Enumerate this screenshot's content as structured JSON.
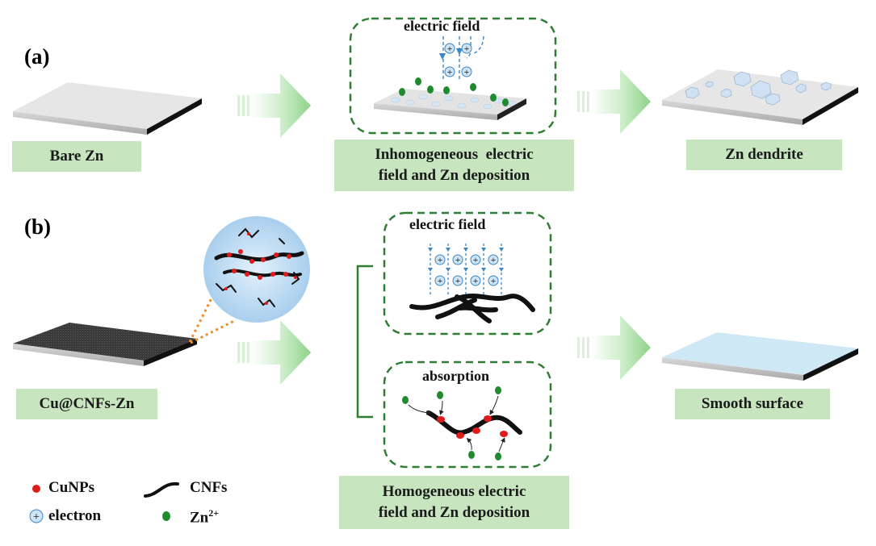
{
  "panel_a": {
    "label": "(a)",
    "step1": "Bare Zn",
    "step2_line1": "Inhomogeneous  electric",
    "step2_line2": "field and Zn deposition",
    "step2_field_title": "electric field",
    "step3": "Zn dendrite"
  },
  "panel_b": {
    "label": "(b)",
    "step1": "Cu@CNFs-Zn",
    "field_title": "electric field",
    "absorption_title": "absorption",
    "step2_line1": "Homogeneous electric",
    "step2_line2": "field and Zn deposition",
    "step3": "Smooth surface"
  },
  "legend": {
    "cunps": "CuNPs",
    "cnfs": "CNFs",
    "electron": "electron",
    "zn_ion": "Zn",
    "zn_ion_sup": "2+"
  },
  "colors": {
    "label_bg": "#c7e6c0",
    "dash_border": "#2f7d32",
    "arrow_green": "#8fd18a",
    "field_blue": "#3a86c8",
    "zn_green": "#1f8a2e",
    "cu_red": "#e01b1b",
    "electron_fill": "#cfe4f5",
    "smooth_surface": "#cfe8f6"
  }
}
